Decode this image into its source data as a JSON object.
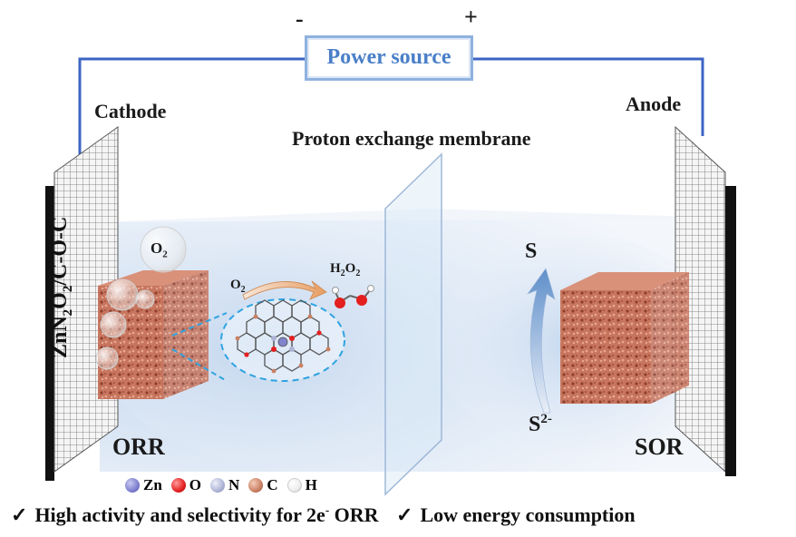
{
  "power": {
    "minus": "-",
    "plus": "+",
    "label": "Power source"
  },
  "electrodes": {
    "cathode": "Cathode",
    "anode": "Anode",
    "catalyst": "ZnN2O2/C-O-C"
  },
  "membrane": {
    "label": "Proton exchange membrane"
  },
  "left": {
    "o2_bubble": "O2",
    "o2": "O2",
    "h2o2": "H2O2",
    "reaction": "ORR"
  },
  "right": {
    "s": "S",
    "s2": "S2-",
    "reaction": "SOR"
  },
  "legend": [
    {
      "label": "Zn",
      "color": "#7d7fcf"
    },
    {
      "label": "O",
      "color": "#e41f1f"
    },
    {
      "label": "N",
      "color": "#aeb4d6"
    },
    {
      "label": "C",
      "color": "#c98063"
    },
    {
      "label": "H",
      "color": "#eeeeee"
    }
  ],
  "bullets": {
    "mark": "✓",
    "b1": "High activity and selectivity for 2e- ORR",
    "b2": "Low energy consumption"
  }
}
